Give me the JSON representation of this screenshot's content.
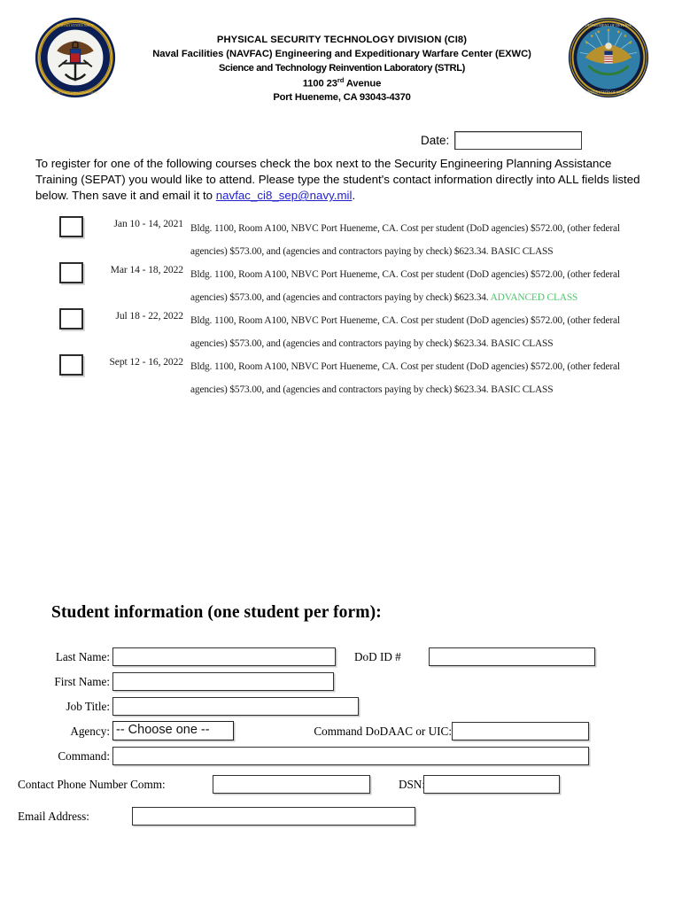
{
  "header": {
    "left_seal": "navy-navfac-seal",
    "right_seal": "department-of-defense-seal",
    "line1": "PHYSICAL SECURITY TECHNOLOGY DIVISION (CI8)",
    "line2": "Naval Facilities (NAVFAC) Engineering and Expeditionary Warfare Center (EXWC)",
    "line3": "Science and Technology Reinvention Laboratory (STRL)",
    "line4_pre": "1100 23",
    "line4_sup": "rd",
    "line4_post": " Avenue",
    "line5": "Port Hueneme, CA 93043-4370"
  },
  "date_field": {
    "label": "Date:",
    "value": "",
    "placeholder": ""
  },
  "intro": {
    "text_part1": "To register for one of the following courses check the box next to the Security Engineering Planning Assistance Training (SEPAT) you would like to attend.  Please type the student's contact information directly into ALL fields listed below.  Then save it and email it to ",
    "email_link": "navfac_ci8_sep@navy.mil",
    "text_part2": "."
  },
  "courses": [
    {
      "checked": false,
      "date": "Jan 10 - 14, 2021",
      "description": "Bldg. 1100, Room A100, NBVC Port Hueneme, CA. Cost per student (DoD agencies) $572.00, (other federal agencies) $573.00, and (agencies and contractors paying by check) $623.34. ",
      "class_type": "BASIC CLASS",
      "class_color": "#1a1a1a"
    },
    {
      "checked": false,
      "date": "Mar 14 - 18, 2022",
      "description": "Bldg. 1100, Room A100, NBVC Port Hueneme, CA. Cost per student (DoD agencies) $572.00, (other federal agencies) $573.00, and (agencies and contractors paying by check) $623.34. ",
      "class_type": "ADVANCED CLASS",
      "class_color": "#4cc46b"
    },
    {
      "checked": false,
      "date": "Jul 18 - 22, 2022",
      "description": "Bldg. 1100, Room A100, NBVC Port Hueneme, CA. Cost per student (DoD agencies) $572.00, (other federal agencies) $573.00, and (agencies and contractors paying by check) $623.34. ",
      "class_type": "BASIC CLASS",
      "class_color": "#1a1a1a"
    },
    {
      "checked": false,
      "date": "Sept 12 - 16, 2022",
      "description": "Bldg. 1100, Room A100, NBVC Port Hueneme, CA. Cost per student (DoD agencies) $572.00, (other federal agencies) $573.00, and (agencies and contractors paying by check) $623.34. ",
      "class_type": "BASIC CLASS",
      "class_color": "#1a1a1a"
    }
  ],
  "student_section": {
    "title": "Student information (one student per form):",
    "last_name_label": "Last Name:",
    "last_name_value": "",
    "first_name_label": "First Name:",
    "first_name_value": "",
    "job_title_label": "Job Title:",
    "job_title_value": "",
    "agency_label": "Agency:",
    "agency_selected": "-- Choose one --",
    "command_label": "Command:",
    "command_value": "",
    "dod_id_label": "DoD ID #",
    "dod_id_value": "",
    "dodaac_label": "Command DoDAAC or UIC:",
    "dodaac_value": "",
    "phone_label": "Contact Phone Number   Comm:",
    "phone_value": "",
    "dsn_label": "DSN:",
    "dsn_value": "",
    "email_label": "Email Address:",
    "email_value": ""
  },
  "colors": {
    "advanced_class_green": "#4cc46b",
    "link_blue": "#2222cc",
    "field_border": "#303030",
    "page_background": "#ffffff"
  }
}
